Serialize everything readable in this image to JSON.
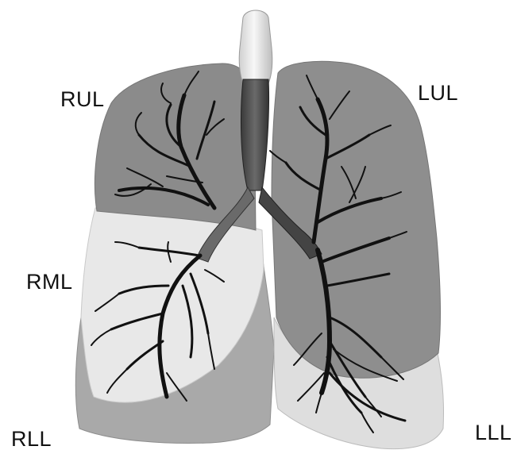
{
  "labels": {
    "rul": "RUL",
    "lul": "LUL",
    "rml": "RML",
    "rll": "RLL",
    "lll": "LLL"
  },
  "colors": {
    "background": "#ffffff",
    "upper_lobe": "#8c8c8c",
    "middle_lobe": "#e9e9e9",
    "lower_lobe": "#a6a6a6",
    "lower_lobe_light": "#dcdcdc",
    "airway": "#111111",
    "trachea_top": "#f2f2f2"
  }
}
